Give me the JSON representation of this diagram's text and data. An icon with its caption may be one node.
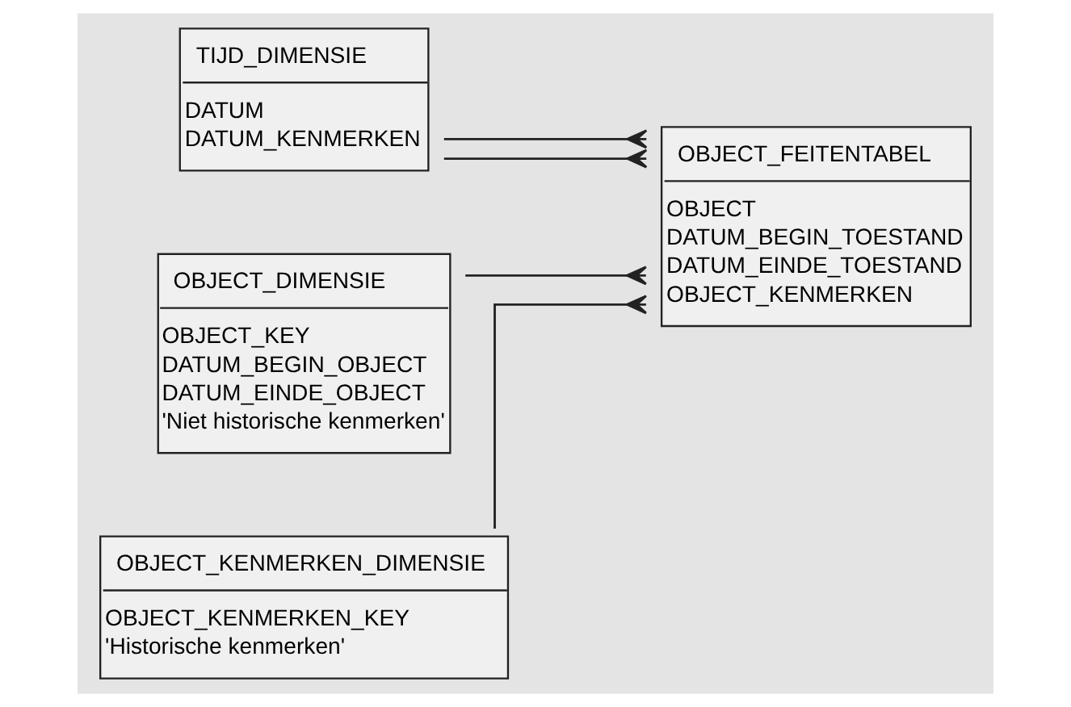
{
  "diagram": {
    "nodes": [
      {
        "text": [
          "TIJD_DIMENSIE",
          "DATUM",
          "DATUM_KENMERKEN"
        ]
      },
      {
        "text": [
          "OBJECT_DIMENSIE",
          "OBJECT_KEY",
          "DATUM_BEGIN_OBJECT",
          "DATUM_EINDE_OBJECT",
          "'Niet historische kenmerken'"
        ]
      },
      {
        "text": [
          "OBJECT_FEITENTABEL",
          "OBJECT",
          "DATUM_BEGIN_TOESTAND",
          "DATUM_EINDE_TOESTAND",
          "OBJECT_KENMERKEN"
        ]
      },
      {
        "text": [
          "OBJECT_KENMERKEN_DIMENSIE",
          "OBJECT_KENMERKEN_KEY",
          "'Historische kenmerken'"
        ]
      }
    ],
    "edges": [
      {
        "from": 0,
        "to": 2,
        "arrow": "other"
      },
      {
        "from": 0,
        "to": 2,
        "arrow": "other"
      },
      {
        "from": 1,
        "to": 2,
        "arrow": "other"
      },
      {
        "from": 3,
        "to": 2,
        "arrow": "other"
      }
    ]
  }
}
